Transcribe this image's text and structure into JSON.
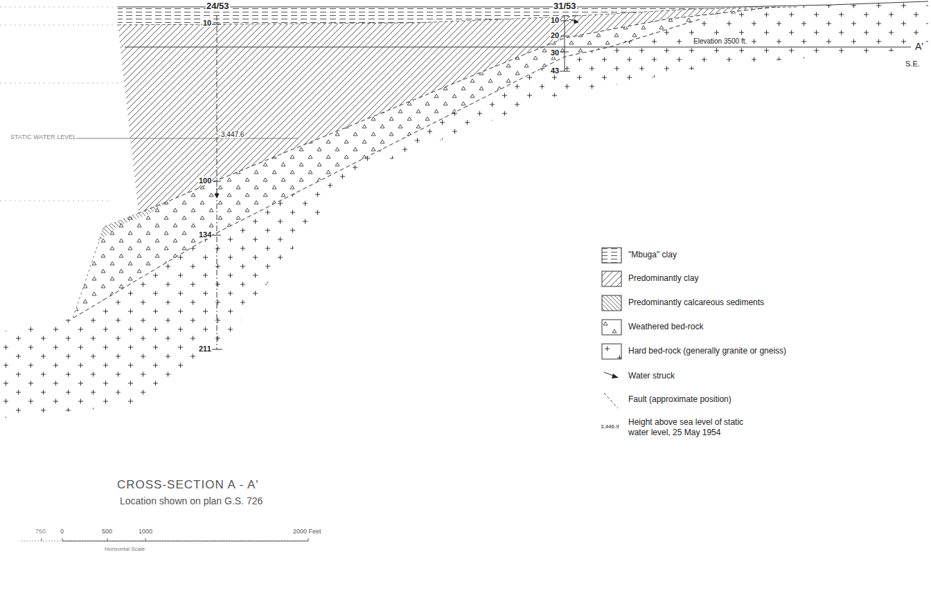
{
  "diagram": {
    "title": "CROSS-SECTION A - A'",
    "caption": "Location shown on plan G.S. 726",
    "labels": [
      "24/53",
      "31/53",
      "10",
      "3,447.6",
      "100",
      "134",
      "211",
      "10",
      "20",
      "30",
      "43",
      "Elevation 3500 ft.",
      "A'",
      "S.E.",
      "STATIC WATER LEVEL",
      "3,446.9",
      "750",
      "0",
      "500",
      "1000",
      "2000 Feet",
      "Horizontal Scale"
    ],
    "legend": [
      {
        "text": "\"Mbuga\" clay"
      },
      {
        "text": "Predominantly clay"
      },
      {
        "text": "Predominantly calcareous sediments"
      },
      {
        "text": "Weathered bed-rock"
      },
      {
        "text": "Hard bed-rock (generally granite or gneiss)"
      },
      {
        "text": "Water struck"
      },
      {
        "text": "Fault (approximate position)"
      },
      {
        "text": "Height above sea level of static water level, 25 May 1954"
      }
    ]
  }
}
